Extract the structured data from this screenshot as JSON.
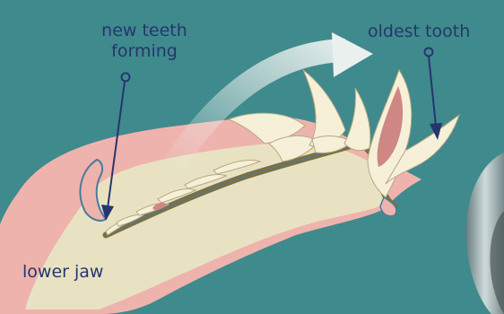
{
  "labels": {
    "new_teeth_line1": "new teeth",
    "new_teeth_line2": "forming",
    "oldest_tooth": "oldest tooth",
    "lower_jaw": "lower jaw"
  },
  "colors": {
    "background": "#3f8a8c",
    "gum": "#efb3ad",
    "bone": "#e8e2c3",
    "tooth": "#f6f0d9",
    "pulp": "#cf8783",
    "label_text": "#25366e",
    "pointer": "#25366e",
    "arrow": "#e9f0ee"
  }
}
